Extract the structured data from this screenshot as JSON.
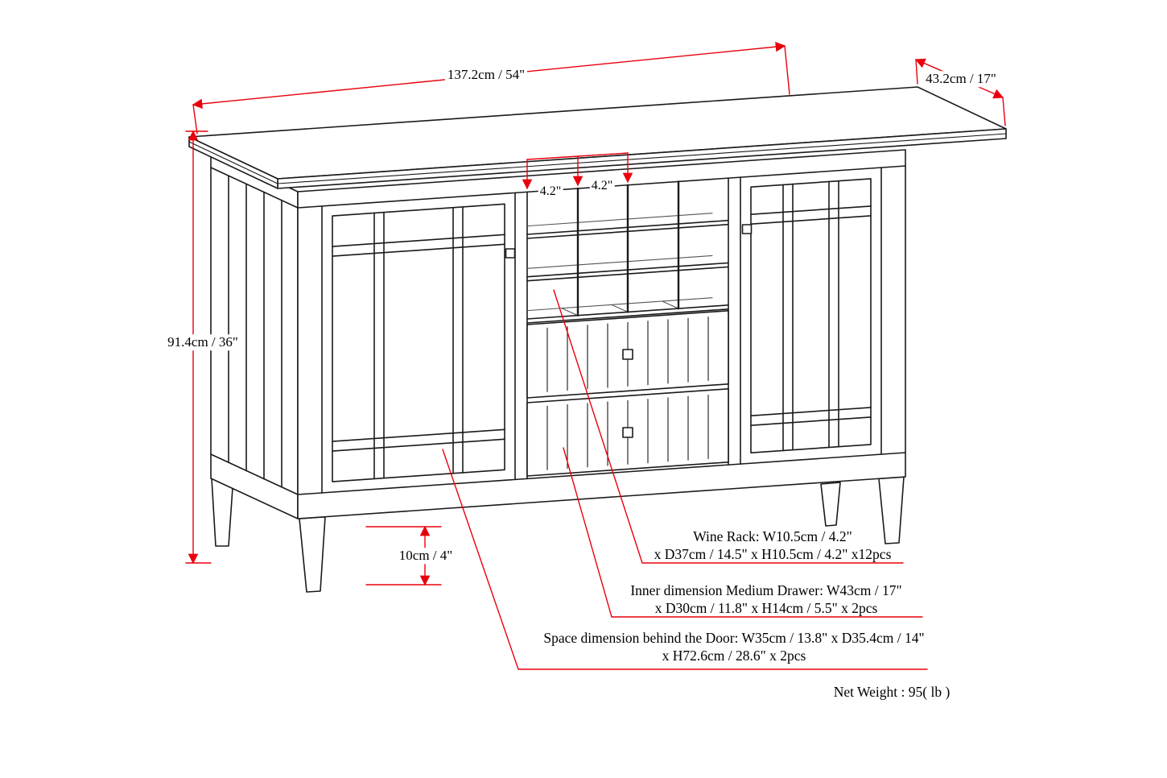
{
  "diagram": {
    "type": "furniture-dimension-drawing",
    "subject": "sideboard cabinet with wine rack, two glass doors and two drawers",
    "colors": {
      "line": "#1a1a1a",
      "dimension": "#e8000d",
      "background": "#ffffff"
    },
    "dimensions": {
      "width": "137.2cm / 54\"",
      "depth": "43.2cm / 17\"",
      "height": "91.4cm / 36\"",
      "wine_cell_left": "4.2\"",
      "wine_cell_right": "4.2\"",
      "leg_height": "10cm / 4\""
    },
    "annotations": {
      "wine_rack_line1": "Wine Rack: W10.5cm / 4.2\"",
      "wine_rack_line2": "x D37cm / 14.5\" x H10.5cm / 4.2\" x12pcs",
      "drawer_line1": "Inner dimension Medium Drawer: W43cm / 17\"",
      "drawer_line2": "x D30cm / 11.8\" x H14cm / 5.5\" x 2pcs",
      "door_line1": "Space dimension behind the Door:  W35cm / 13.8\" x D35.4cm / 14\"",
      "door_line2": "x H72.6cm / 28.6\" x 2pcs",
      "net_weight": "Net Weight : 95( lb )"
    }
  }
}
